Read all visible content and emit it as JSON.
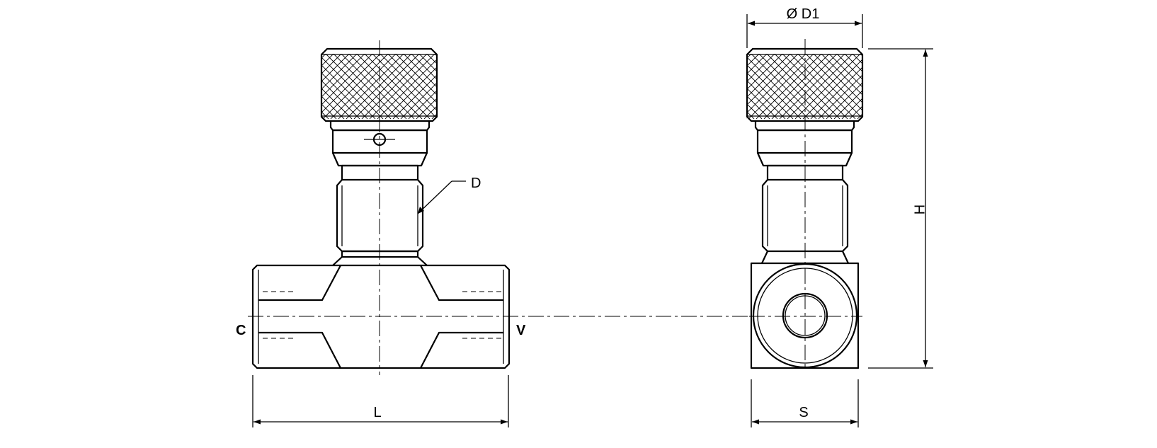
{
  "labels": {
    "diameter_top": "Ø D1",
    "thread": "D",
    "port_left": "C",
    "port_right": "V",
    "length": "L",
    "width": "S",
    "height": "H"
  }
}
